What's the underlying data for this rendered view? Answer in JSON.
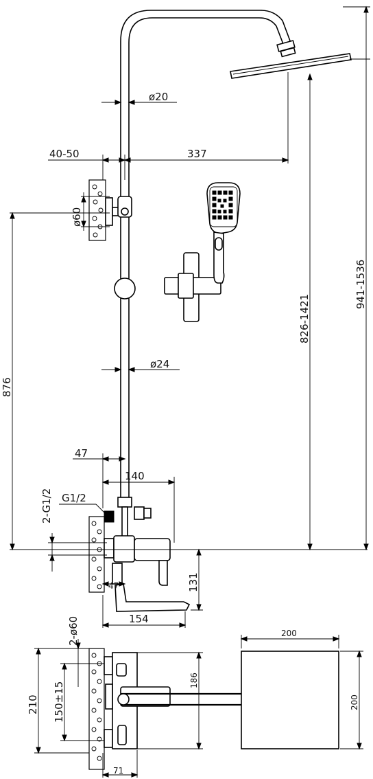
{
  "dimensions": {
    "pipe_top_diameter": "ø20",
    "wall_offset": "40-50",
    "arm_length": "337",
    "flange_diameter": "ø60",
    "rail_height": "876",
    "total_height": "941-1536",
    "head_height": "826-1421",
    "pipe_bottom_diameter": "ø24",
    "pipe_offset": "47",
    "mixer_width": "140",
    "thread_size": "G1/2",
    "dual_thread": "2-G1/2",
    "valve_offset": "47",
    "spout_drop": "131",
    "spout_length": "154",
    "dual_flange": "2-ø60",
    "side_height": "210",
    "centers": "150±15",
    "side_rail_span": "186",
    "side_depth": "71",
    "head_width": "200",
    "head_height_plate": "200"
  }
}
